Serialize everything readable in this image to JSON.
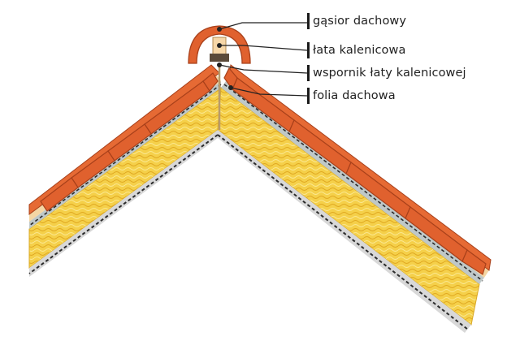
{
  "labels": [
    {
      "id": "ridge-tile",
      "text": "gąsior dachowy"
    },
    {
      "id": "ridge-batten",
      "text": "łata kalenicowa"
    },
    {
      "id": "ridge-batten-bracket",
      "text": "wspornik łaty kalenicowej"
    },
    {
      "id": "roof-membrane",
      "text": "folia dachowa"
    }
  ],
  "colors": {
    "tile": "#e0612e",
    "tile_outline": "#a8401a",
    "insulation": "#f2c63a",
    "insulation_light": "#f8e07a",
    "batten": "#f6d7a8",
    "membrane": "#3a3a3a",
    "board": "#c8c8c8",
    "leader": "#222222"
  }
}
